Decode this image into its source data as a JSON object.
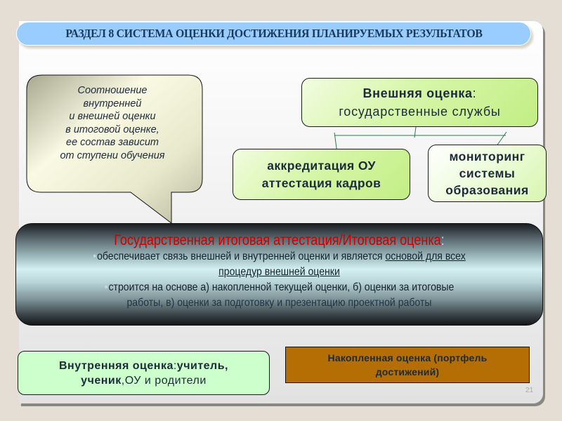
{
  "slide": {
    "title": "РАЗДЕЛ 8  СИСТЕМА ОЦЕНКИ ДОСТИЖЕНИЯ ПЛАНИРУЕМЫХ РЕЗУЛЬТАТОВ",
    "page_number": "21"
  },
  "callout": {
    "lines": [
      "Соотношение",
      "внутренней",
      "и внешней оценки",
      "в итоговой  оценке,",
      "ее состав зависит",
      "от ступени обучения"
    ]
  },
  "external": {
    "heading": "Внешняя оценка",
    "colon": ":",
    "subtitle": "государственные службы",
    "children": [
      {
        "lines": [
          "аккредитация ОУ",
          "аттестация кадров"
        ]
      },
      {
        "lines": [
          "мониторинг",
          "системы",
          "образования"
        ]
      }
    ]
  },
  "final_assessment": {
    "title": "Государственная итоговая аттестация/Итоговая оценка",
    "title_colon": ":",
    "bullet_1_prefix": "обеспечивает связь внешней и внутренней оценки и является ",
    "bullet_1_underlined_a": "основой для всех",
    "bullet_1_underlined_b": "процедур внешней оценки",
    "bullet_2_line_1": "строится на основе а) накопленной текущей оценки, б) оценки за итоговые",
    "bullet_2_line_2": "работы, в) оценки за подготовку и презентацию проектной работы",
    "bullet_glyph": "•"
  },
  "internal": {
    "heading": "Внутренняя оценка",
    "colon": ":",
    "line1_rest": "учитель,",
    "line2_bold": "ученик",
    "line2_rest": ",ОУ и родители"
  },
  "portfolio": {
    "lines": [
      "Накопленная оценка (портфель",
      "достижений)"
    ]
  },
  "colors": {
    "background": "#e4ded4",
    "title_bar": "#99ccff",
    "title_text": "#1a3a5c",
    "green_box": "#c8f090",
    "internal_box": "#ccffcc",
    "portfolio_box": "#b46e04",
    "final_title": "#cc0000"
  }
}
